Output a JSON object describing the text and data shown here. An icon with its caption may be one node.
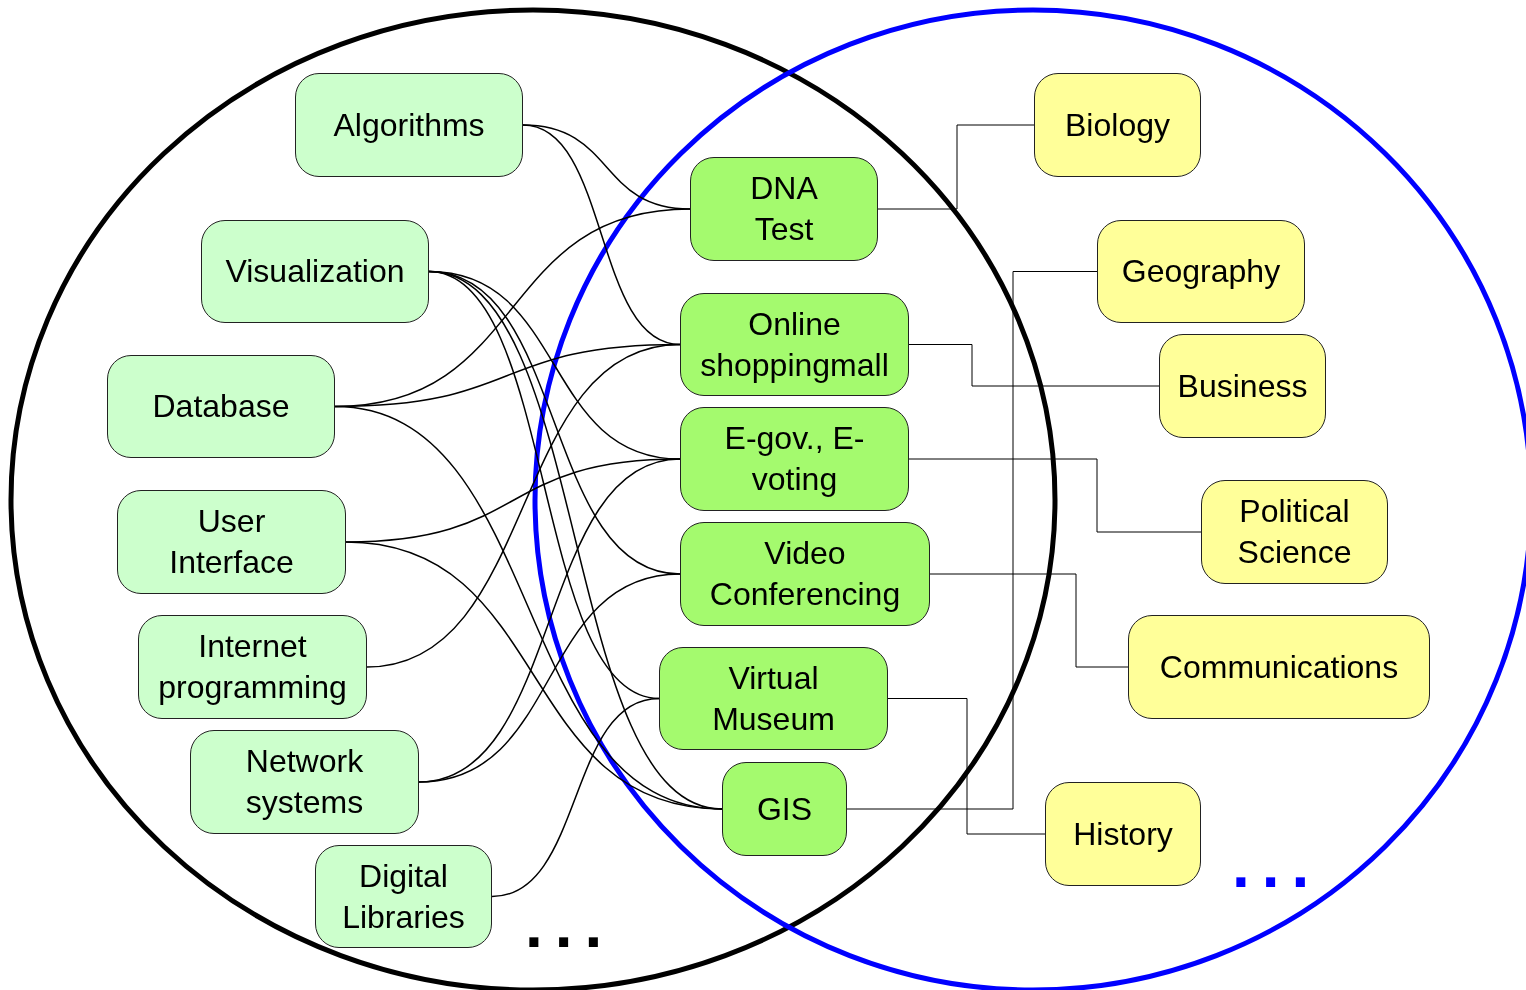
{
  "diagram": {
    "nodes": [
      {
        "text": [
          "Algorithms"
        ]
      },
      {
        "text": [
          "Visualization"
        ]
      },
      {
        "text": [
          "Database"
        ]
      },
      {
        "text": [
          "User Interface"
        ]
      },
      {
        "text": [
          "Internet programming"
        ]
      },
      {
        "text": [
          "Network systems"
        ]
      },
      {
        "text": [
          "Digital Libraries"
        ]
      },
      {
        "text": [
          "DNA Test"
        ]
      },
      {
        "text": [
          "Online shoppingmall"
        ]
      },
      {
        "text": [
          "E-gov., E-voting"
        ]
      },
      {
        "text": [
          "Video Conferencing"
        ]
      },
      {
        "text": [
          "Virtual Museum"
        ]
      },
      {
        "text": [
          "GIS"
        ]
      },
      {
        "text": [
          "Biology"
        ]
      },
      {
        "text": [
          "Geography"
        ]
      },
      {
        "text": [
          "Business"
        ]
      },
      {
        "text": [
          "Political Science"
        ]
      },
      {
        "text": [
          "Communications"
        ]
      },
      {
        "text": [
          "History"
        ]
      }
    ],
    "edges": [
      {
        "from": 0,
        "to": 7,
        "arrow": "none"
      },
      {
        "from": 0,
        "to": 8,
        "arrow": "none"
      },
      {
        "from": 1,
        "to": 9,
        "arrow": "none"
      },
      {
        "from": 1,
        "to": 10,
        "arrow": "none"
      },
      {
        "from": 1,
        "to": 11,
        "arrow": "none"
      },
      {
        "from": 1,
        "to": 12,
        "arrow": "none"
      },
      {
        "from": 2,
        "to": 7,
        "arrow": "none"
      },
      {
        "from": 2,
        "to": 8,
        "arrow": "none"
      },
      {
        "from": 2,
        "to": 12,
        "arrow": "none"
      },
      {
        "from": 3,
        "to": 9,
        "arrow": "none"
      },
      {
        "from": 3,
        "to": 12,
        "arrow": "none"
      },
      {
        "from": 4,
        "to": 8,
        "arrow": "none"
      },
      {
        "from": 5,
        "to": 9,
        "arrow": "none"
      },
      {
        "from": 5,
        "to": 10,
        "arrow": "none"
      },
      {
        "from": 6,
        "to": 11,
        "arrow": "none"
      },
      {
        "from": 7,
        "to": 13,
        "arrow": "none"
      },
      {
        "from": 8,
        "to": 15,
        "arrow": "none"
      },
      {
        "from": 9,
        "to": 16,
        "arrow": "none"
      },
      {
        "from": 10,
        "to": 17,
        "arrow": "none"
      },
      {
        "from": 11,
        "to": 18,
        "arrow": "none"
      },
      {
        "from": 12,
        "to": 14,
        "arrow": "none"
      }
    ],
    "labels": [
      "...",
      "..."
    ]
  }
}
